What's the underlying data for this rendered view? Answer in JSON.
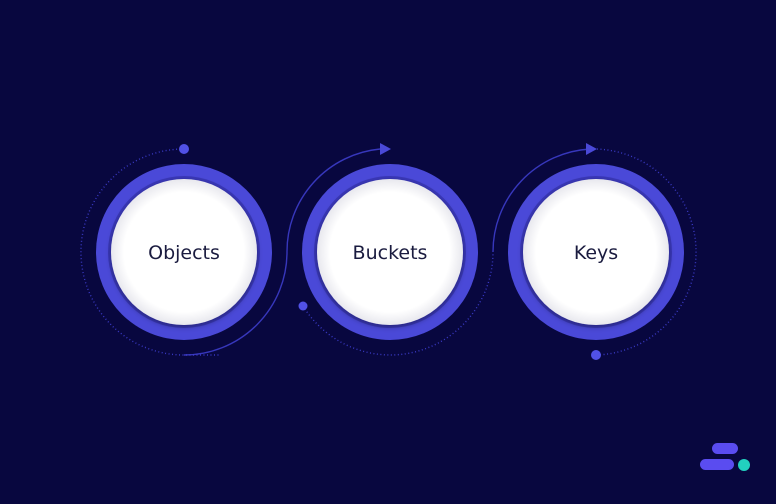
{
  "diagram": {
    "nodes": [
      {
        "id": "objects",
        "label": "Objects"
      },
      {
        "id": "buckets",
        "label": "Buckets"
      },
      {
        "id": "keys",
        "label": "Keys"
      }
    ]
  },
  "colors": {
    "background": "#08073f",
    "ring": "#4a49d8",
    "ring_glow": "#3a38b8",
    "connector": "#3f3fd2",
    "connector_dot": "#5151e6",
    "node_fill": "#ffffff",
    "label_text": "#1a1b3f",
    "logo_primary": "#5a4cf0",
    "logo_accent": "#22d0bf"
  },
  "brand": {
    "logo_icon": "brand-logo-icon"
  }
}
